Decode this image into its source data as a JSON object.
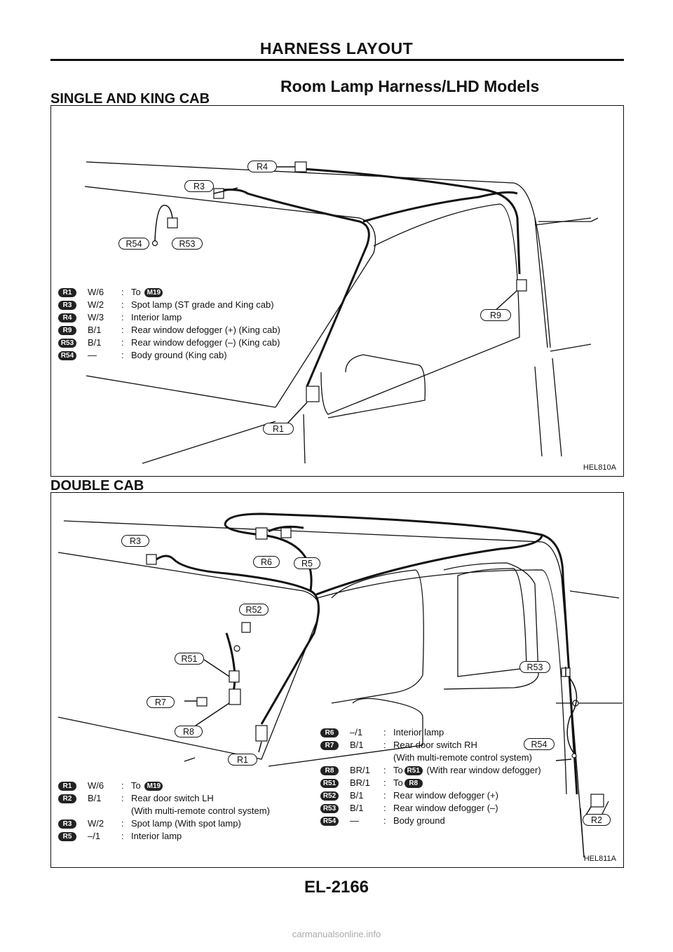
{
  "header": {
    "title": "HARNESS LAYOUT"
  },
  "subtitle": "Room Lamp Harness/LHD Models",
  "section1": {
    "title": "SINGLE AND KING CAB",
    "figure_id": "HEL810A",
    "labels": [
      "R4",
      "R3",
      "R54",
      "R53",
      "R9",
      "R1"
    ],
    "legend": [
      {
        "tag": "R1",
        "wire": "W/6",
        "colon": ":",
        "desc_pre": "To",
        "desc_tag": "M19",
        "desc_post": ""
      },
      {
        "tag": "R3",
        "wire": "W/2",
        "colon": ":",
        "desc": "Spot lamp (ST grade and King cab)"
      },
      {
        "tag": "R4",
        "wire": "W/3",
        "colon": ":",
        "desc": "Interior lamp"
      },
      {
        "tag": "R9",
        "wire": "B/1",
        "colon": ":",
        "desc": "Rear window defogger (+) (King cab)"
      },
      {
        "tag": "R53",
        "wire": "B/1",
        "colon": ":",
        "desc": "Rear window defogger (–) (King cab)"
      },
      {
        "tag": "R54",
        "wire": "—",
        "colon": ":",
        "desc": "Body ground (King cab)"
      }
    ]
  },
  "section2": {
    "title": "DOUBLE CAB",
    "figure_id": "HEL811A",
    "labels": [
      "R3",
      "R6",
      "R5",
      "R52",
      "R51",
      "R7",
      "R8",
      "R1",
      "R53",
      "R54",
      "R2"
    ],
    "legend_left": [
      {
        "tag": "R1",
        "wire": "W/6",
        "colon": ":",
        "desc_pre": "To",
        "desc_tag": "M19",
        "desc_post": ""
      },
      {
        "tag": "R2",
        "wire": "B/1",
        "colon": ":",
        "desc": "Rear door switch LH",
        "cont": "(With multi-remote control system)"
      },
      {
        "tag": "R3",
        "wire": "W/2",
        "colon": ":",
        "desc": "Spot lamp (With spot lamp)"
      },
      {
        "tag": "R5",
        "wire": "–/1",
        "colon": ":",
        "desc": "Interior lamp"
      }
    ],
    "legend_right": [
      {
        "tag": "R6",
        "wire": "–/1",
        "colon": ":",
        "desc": "Interior lamp"
      },
      {
        "tag": "R7",
        "wire": "B/1",
        "colon": ":",
        "desc": "Rear door switch RH",
        "cont": "(With multi-remote control system)"
      },
      {
        "tag": "R8",
        "wire": "BR/1",
        "colon": ":",
        "desc_pre": "To",
        "desc_tag": "R51",
        "desc_post": "(With rear window defogger)"
      },
      {
        "tag": "R51",
        "wire": "BR/1",
        "colon": ":",
        "desc_pre": "To",
        "desc_tag": "R8",
        "desc_post": ""
      },
      {
        "tag": "R52",
        "wire": "B/1",
        "colon": ":",
        "desc": "Rear window defogger (+)"
      },
      {
        "tag": "R53",
        "wire": "B/1",
        "colon": ":",
        "desc": "Rear window defogger (–)"
      },
      {
        "tag": "R54",
        "wire": "—",
        "colon": ":",
        "desc": "Body ground"
      }
    ]
  },
  "page_number": "EL-2166",
  "footer": "carmanualsonline.info"
}
